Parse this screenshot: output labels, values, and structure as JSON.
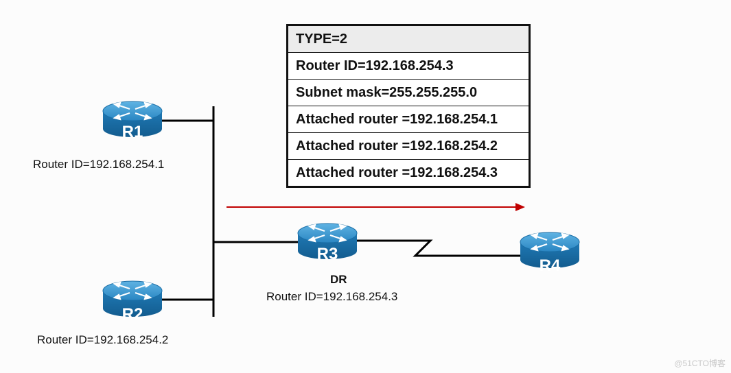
{
  "lsa_table": {
    "rows": [
      "TYPE=2",
      "Router ID=192.168.254.3",
      "Subnet mask=255.255.255.0",
      "Attached router =192.168.254.1",
      "Attached router =192.168.254.2",
      "Attached router =192.168.254.3"
    ]
  },
  "routers": {
    "r1": {
      "label": "R1",
      "caption": "Router ID=192.168.254.1",
      "icon": "router-icon"
    },
    "r2": {
      "label": "R2",
      "caption": "Router ID=192.168.254.2",
      "icon": "router-icon"
    },
    "r3": {
      "label": "R3",
      "role": "DR",
      "caption": "Router ID=192.168.254.3",
      "icon": "router-icon"
    },
    "r4": {
      "label": "R4",
      "icon": "router-icon"
    }
  },
  "colors": {
    "router_top": "#2f8fc8",
    "router_side": "#1a6ea6",
    "arrow": "#c00000",
    "link": "#000000"
  },
  "watermark": "@51CTO博客"
}
